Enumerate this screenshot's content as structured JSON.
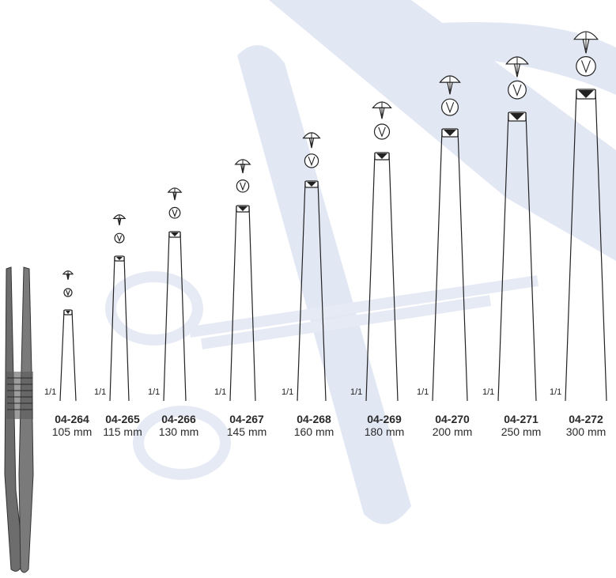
{
  "scale_label": "1/1",
  "instruments": [
    {
      "code": "04-264",
      "length": "105 mm"
    },
    {
      "code": "04-265",
      "length": "115 mm"
    },
    {
      "code": "04-266",
      "length": "130 mm"
    },
    {
      "code": "04-267",
      "length": "145 mm"
    },
    {
      "code": "04-268",
      "length": "160 mm"
    },
    {
      "code": "04-269",
      "length": "180 mm"
    },
    {
      "code": "04-270",
      "length": "200 mm"
    },
    {
      "code": "04-271",
      "length": "250 mm"
    },
    {
      "code": "04-272",
      "length": "300 mm"
    }
  ],
  "watermark_color": "#dfe5f3",
  "line_color": "#222222"
}
